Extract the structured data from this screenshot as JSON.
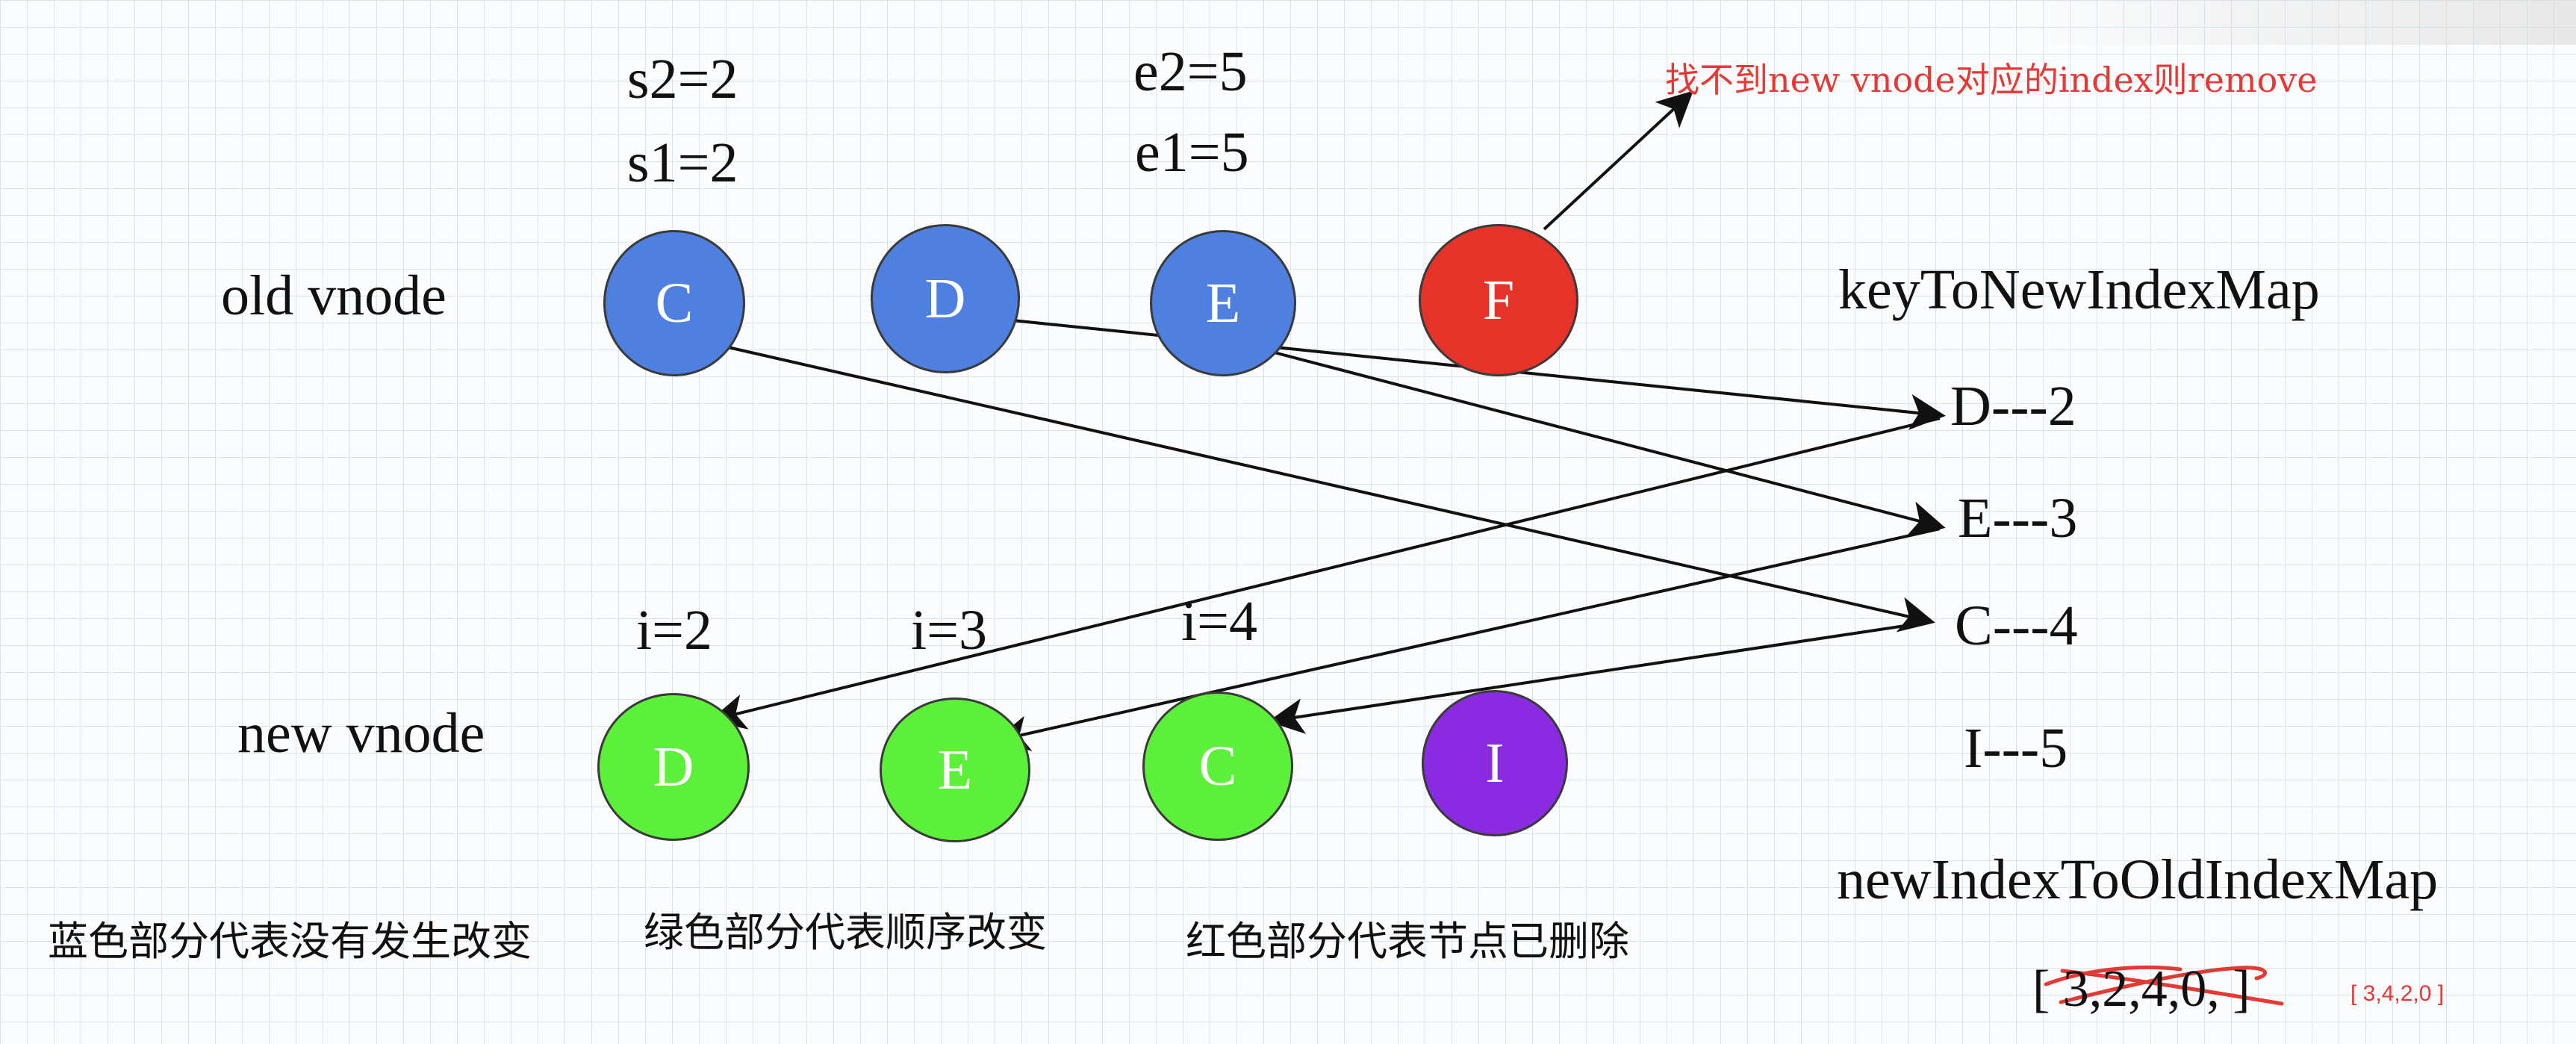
{
  "pointers": {
    "s2": "s2=2",
    "s1": "s1=2",
    "e2": "e2=5",
    "e1": "e1=5",
    "i2": "i=2",
    "i3": "i=3",
    "i4": "i=4"
  },
  "rows": {
    "old_label": "old vnode",
    "new_label": "new vnode"
  },
  "old_nodes": [
    {
      "label": "C",
      "color": "#4f80e0"
    },
    {
      "label": "D",
      "color": "#4f80e0"
    },
    {
      "label": "E",
      "color": "#4f80e0"
    },
    {
      "label": "F",
      "color": "#e6332a"
    }
  ],
  "new_nodes": [
    {
      "label": "D",
      "color": "#5cf03b"
    },
    {
      "label": "E",
      "color": "#5cf03b"
    },
    {
      "label": "C",
      "color": "#5cf03b"
    },
    {
      "label": "I",
      "color": "#8a2be2"
    }
  ],
  "remove_note": "找不到new vnode对应的index则remove",
  "key_map": {
    "title": "keyToNewIndexMap",
    "entries": [
      "D---2",
      "E---3",
      "C---4",
      "I---5"
    ]
  },
  "index_map": {
    "title": "newIndexToOldIndexMap",
    "crossed_value": "[ 3,2,4,0, ]",
    "corrected_value": "[ 3,4,2,0 ]"
  },
  "legend": {
    "blue": "蓝色部分代表没有发生改变",
    "green": "绿色部分代表顺序改变",
    "red": "红色部分代表节点已删除"
  },
  "colors": {
    "unchanged": "#4f80e0",
    "moved": "#5cf03b",
    "removed": "#e6332a",
    "added": "#8a2be2",
    "annotation": "#e53935"
  }
}
